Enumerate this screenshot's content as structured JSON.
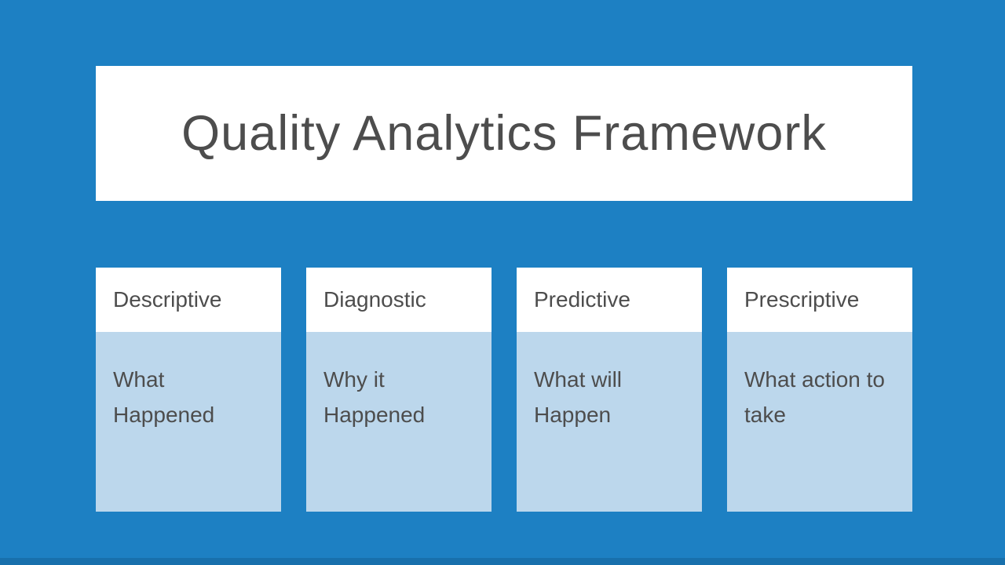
{
  "slide": {
    "title": "Quality Analytics Framework",
    "colors": {
      "background": "#1d80c3",
      "bottom_edge": "#176da8",
      "card_header_bg": "#ffffff",
      "card_body_bg": "#bcd7ec",
      "text": "#4d4d4d"
    },
    "cards": [
      {
        "header": "Descriptive",
        "body": "What Happened"
      },
      {
        "header": "Diagnostic",
        "body": "Why it Happened"
      },
      {
        "header": "Predictive",
        "body": "What will Happen"
      },
      {
        "header": "Prescriptive",
        "body": "What action to take"
      }
    ]
  }
}
